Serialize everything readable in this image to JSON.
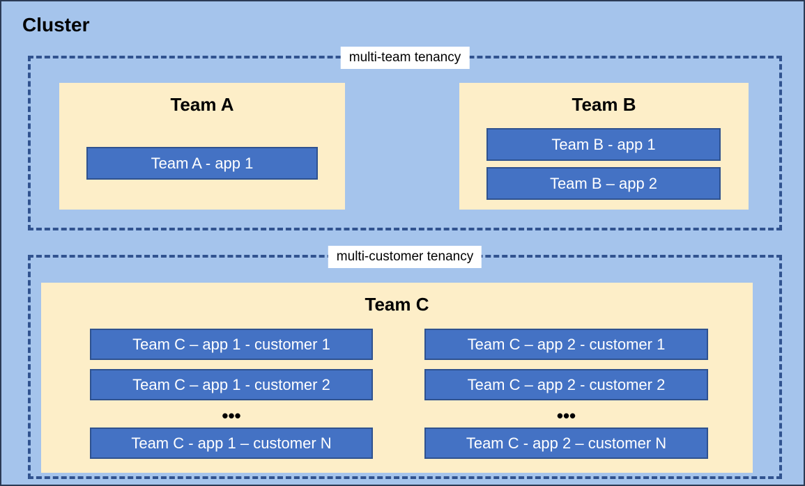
{
  "cluster": {
    "title": "Cluster"
  },
  "zones": [
    {
      "id": "multi-team",
      "label": "multi-team tenancy"
    },
    {
      "id": "multi-customer",
      "label": "multi-customer tenancy"
    }
  ],
  "teams": {
    "team_a": {
      "title": "Team A",
      "apps": [
        {
          "label": "Team A - app 1"
        }
      ]
    },
    "team_b": {
      "title": "Team B",
      "apps": [
        {
          "label": "Team B - app 1"
        },
        {
          "label": "Team B – app 2"
        }
      ]
    },
    "team_c": {
      "title": "Team C",
      "columns": [
        {
          "name": "app 1",
          "apps": [
            {
              "label": "Team C – app 1 - customer 1"
            },
            {
              "label": "Team C – app 1 - customer 2"
            },
            {
              "label": "Team C - app 1 – customer N"
            }
          ],
          "ellipsis": "•••"
        },
        {
          "name": "app 2",
          "apps": [
            {
              "label": "Team C – app 2 - customer 1"
            },
            {
              "label": "Team C – app 2 - customer 2"
            },
            {
              "label": "Team C - app 2 – customer N"
            }
          ],
          "ellipsis": "•••"
        }
      ]
    }
  },
  "colors": {
    "cluster_background": "#a5c4ec",
    "team_background": "#fdeec8",
    "app_fill": "#4472c4",
    "app_border": "#2f528f",
    "zone_border": "#31538f",
    "label_background": "#ffffff",
    "text_dark": "#000000",
    "text_light": "#ffffff"
  }
}
